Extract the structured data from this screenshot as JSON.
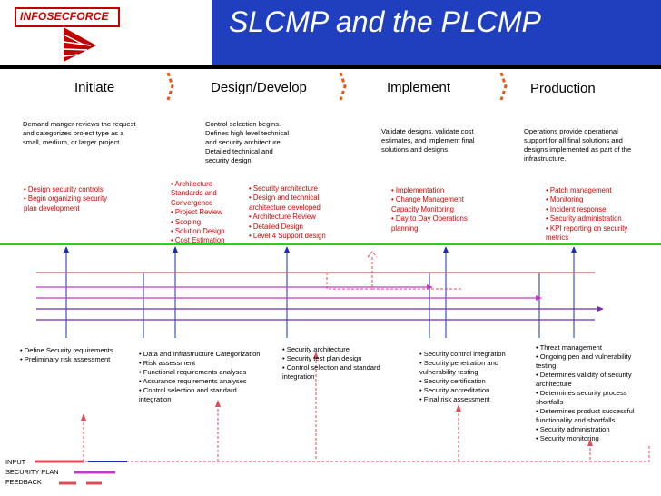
{
  "logo": {
    "text": "INFOSECFORCE"
  },
  "title": "SLCMP and the PLCMP",
  "phases": [
    "Initiate",
    "Design/Develop",
    "Implement",
    "Production"
  ],
  "descriptions": {
    "initiate": [
      "Demand manger reviews the request",
      "and categorizes project  type as a",
      "small, medium, or larger project."
    ],
    "design": [
      "Control selection begins.",
      "Defines high level technical",
      "and security architecture.",
      "Detailed technical and",
      "security design"
    ],
    "implement": [
      "Validate designs, validate cost",
      "estimates, and implement final",
      "solutions and designs"
    ],
    "production": [
      "Operations provide operational",
      "support for all final solutions and",
      "designs implemented as part of the",
      "infrastructure."
    ]
  },
  "plm_activities": {
    "initiate": [
      "• Design security controls",
      "• Begin organizing security",
      "plan development"
    ],
    "design_a": [
      "• Architecture",
      "Standards and",
      "Convergence",
      "• Project Review",
      "• Scoping",
      "• Solution Design",
      "• Cost Estimation"
    ],
    "design_b": [
      "• Security architecture",
      "•  Design and technical",
      "architecture developed",
      "• Architecture Review",
      "• Detailed Design",
      "• Level 4 Support design"
    ],
    "implement": [
      "• Implementation",
      "• Change Management",
      " Capacity Monitoring",
      "• Day to Day Operations",
      "planning"
    ],
    "production": [
      "• Patch management",
      "• Monitoring",
      "• Incident response",
      "•  Security administration",
      "• KPI reporting on security",
      "metrics"
    ]
  },
  "security_activities": {
    "a": [
      "• Define Security requirements",
      "• Preliminary risk assessment"
    ],
    "b": [
      "• Data and Infrastructure Categorization",
      "• Risk assessment",
      "• Functional requirements analyses",
      "• Assurance requirements analyses",
      "• Control selection and standard",
      "integration"
    ],
    "c": [
      "• Security architecture",
      "• Security test plan design",
      "• Control selection and standard",
      "integration"
    ],
    "d": [
      "• Security control integration",
      "• Security penetration and",
      "vulnerability testing",
      "• Security certification",
      "• Security accreditation",
      "• Final risk assessment"
    ],
    "e": [
      "• Threat  management",
      "• Ongoing pen and vulnerability",
      "testing",
      "• Determines validity of security",
      "architecture",
      "• Determines security  process",
      "shortfalls",
      "• Determines product successful",
      "functionality and shortfalls",
      "• Security administration",
      "• Security monitoring"
    ]
  },
  "legend": {
    "items": [
      "INPUT",
      "SECURITY PLAN",
      "FEEDBACK"
    ],
    "colors": {
      "input": "#e24b5a",
      "security_plan": "#c03cc8",
      "feedback": "#e24b5a",
      "blue": "#1a2fb0"
    }
  },
  "colors": {
    "title_bg": "#1f3fbf",
    "green": "#22d21e",
    "red_text": "#d40000",
    "blue_line": "#1a2fb0",
    "magenta": "#c03cc8",
    "purple": "#7030a0"
  }
}
